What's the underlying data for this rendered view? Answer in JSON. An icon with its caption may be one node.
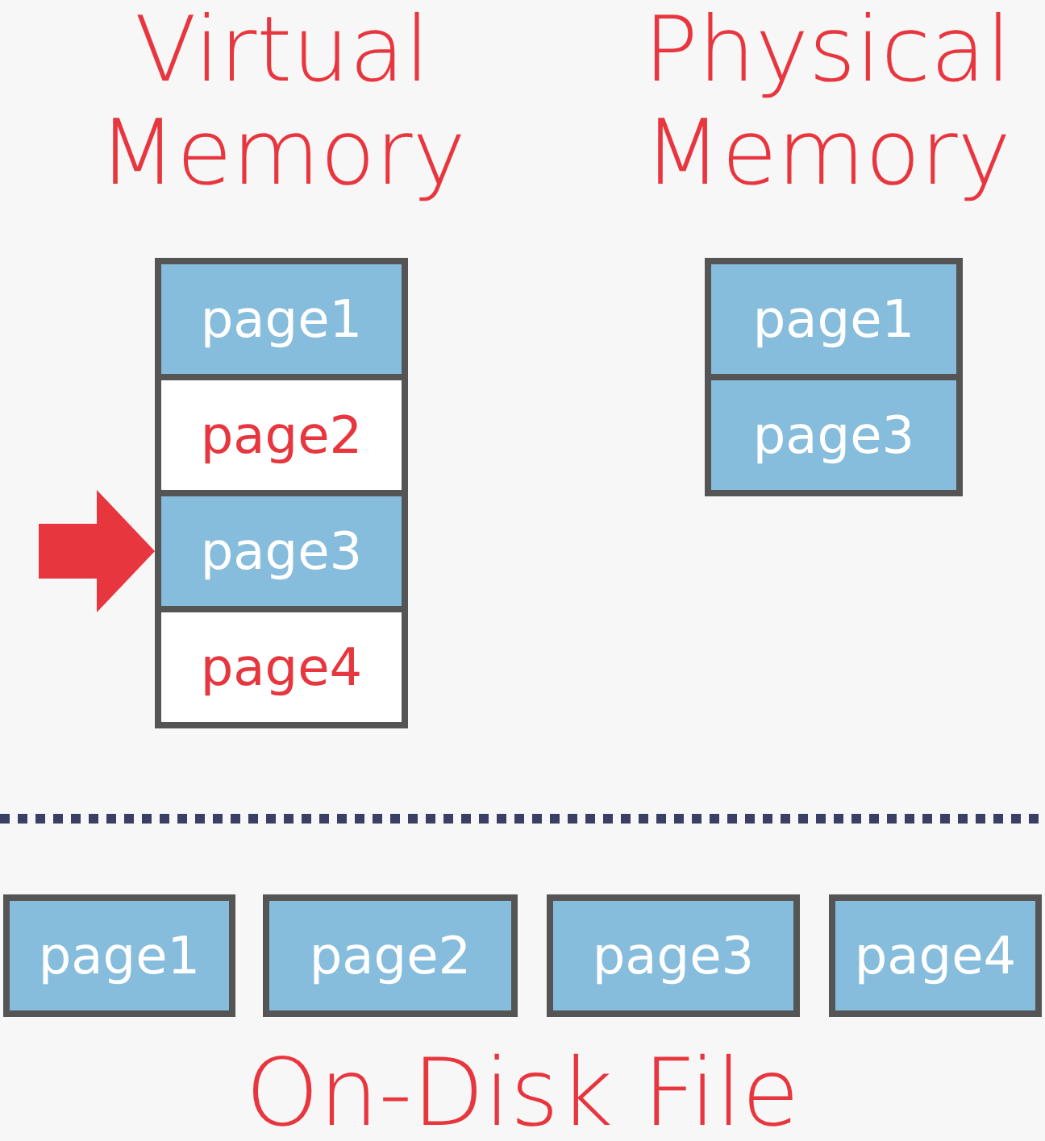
{
  "diagram": {
    "nodes": [
      {
        "text": [
          "page1"
        ]
      },
      {
        "text": [
          "page2"
        ]
      },
      {
        "text": [
          "page3"
        ]
      },
      {
        "text": [
          "page4"
        ]
      },
      {
        "text": [
          "page1"
        ]
      },
      {
        "text": [
          "page3"
        ]
      },
      {
        "text": [
          "page1"
        ]
      },
      {
        "text": [
          "page2"
        ]
      },
      {
        "text": [
          "page3"
        ]
      },
      {
        "text": [
          "page4"
        ]
      }
    ],
    "edges": [
      {
        "from": null,
        "to": 2,
        "arrow": "to"
      }
    ],
    "labels": [
      "Virtual Memory",
      "Physical Memory",
      "On-Disk File"
    ]
  }
}
